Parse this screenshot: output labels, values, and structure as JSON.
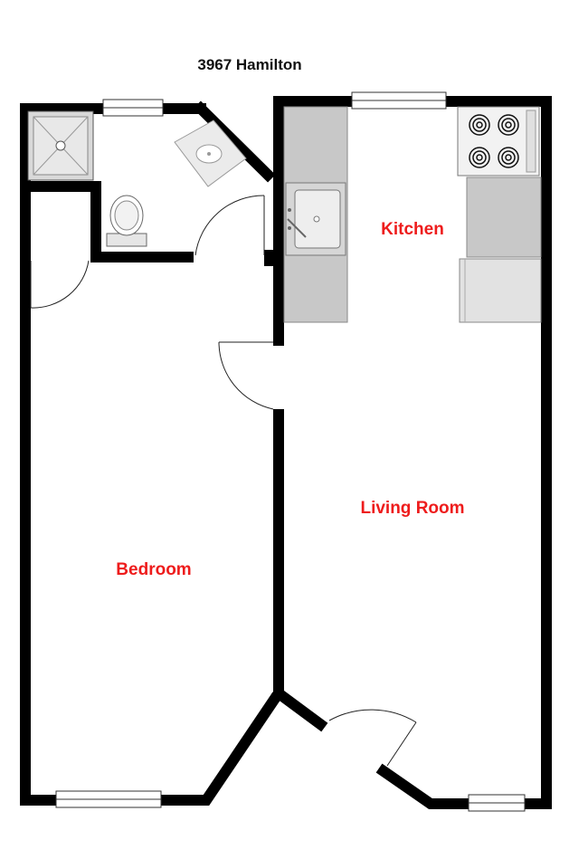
{
  "plan": {
    "title": "3967 Hamilton",
    "rooms": [
      {
        "id": "kitchen",
        "label": "Kitchen"
      },
      {
        "id": "living-room",
        "label": "Living Room"
      },
      {
        "id": "bedroom",
        "label": "Bedroom"
      }
    ],
    "colors": {
      "walls": "#000000",
      "room_label": "#ee1c1c",
      "counter": "#c8c8c8",
      "fixture": "#e8e8e8"
    }
  }
}
